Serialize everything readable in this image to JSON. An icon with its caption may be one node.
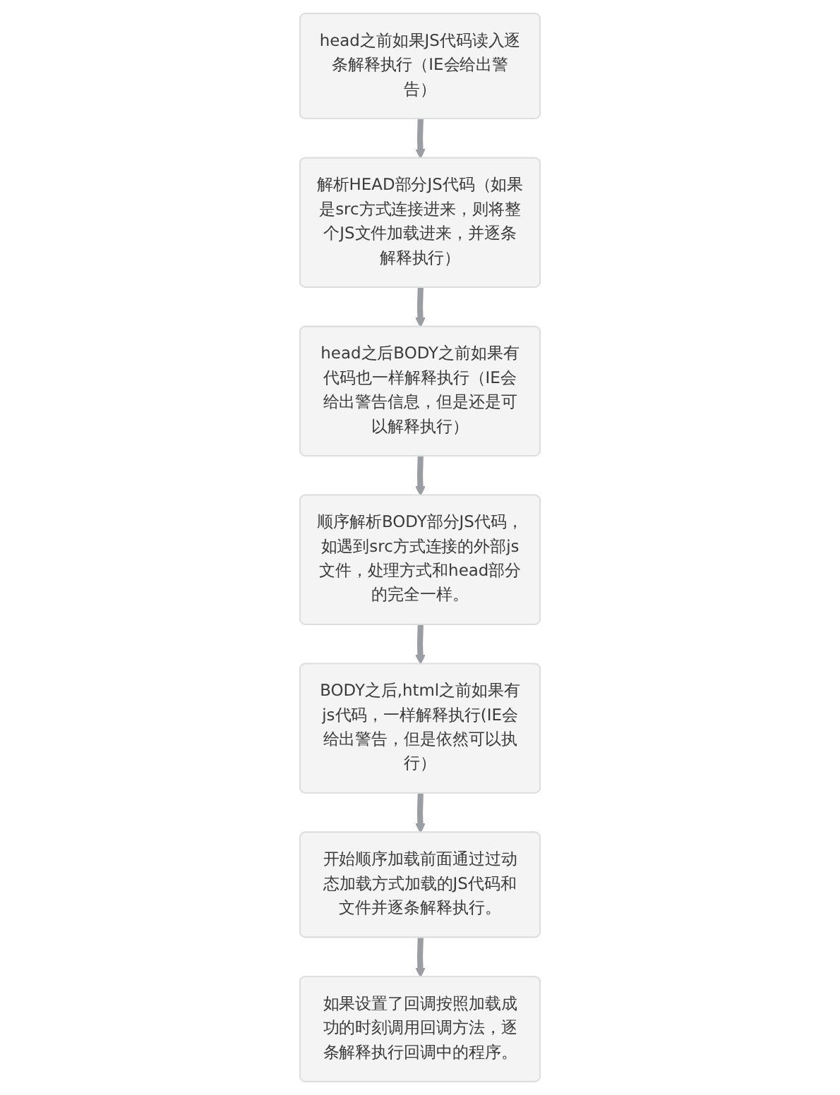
{
  "diagram": {
    "nodes": [
      {
        "text": [
          "head之前如果JS代码读入逐条解释执行（IE会给出警告）"
        ]
      },
      {
        "text": [
          "解析HEAD部分JS代码（如果是src方式连接进来，则将整个JS文件加载进来，并逐条解释执行）"
        ]
      },
      {
        "text": [
          "head之后BODY之前如果有代码也一样解释执行（IE会给出警告信息，但是还是可以解释执行）"
        ]
      },
      {
        "text": [
          "顺序解析BODY部分JS代码，如遇到src方式连接的外部js文件，处理方式和head部分的完全一样。"
        ]
      },
      {
        "text": [
          "BODY之后,html之前如果有js代码，一样解释执行(IE会给出警告，但是依然可以执行）"
        ]
      },
      {
        "text": [
          "开始顺序加载前面通过过动态加载方式加载的JS代码和文件并逐条解释执行。"
        ]
      },
      {
        "text": [
          "如果设置了回调按照加载成功的时刻调用回调方法，逐条解释执行回调中的程序。"
        ]
      }
    ],
    "edges": [
      {
        "from": 0,
        "to": 1,
        "arrow": "to"
      },
      {
        "from": 1,
        "to": 2,
        "arrow": "to"
      },
      {
        "from": 2,
        "to": 3,
        "arrow": "to"
      },
      {
        "from": 3,
        "to": 4,
        "arrow": "to"
      },
      {
        "from": 4,
        "to": 5,
        "arrow": "to"
      },
      {
        "from": 5,
        "to": 6,
        "arrow": "to"
      }
    ]
  }
}
